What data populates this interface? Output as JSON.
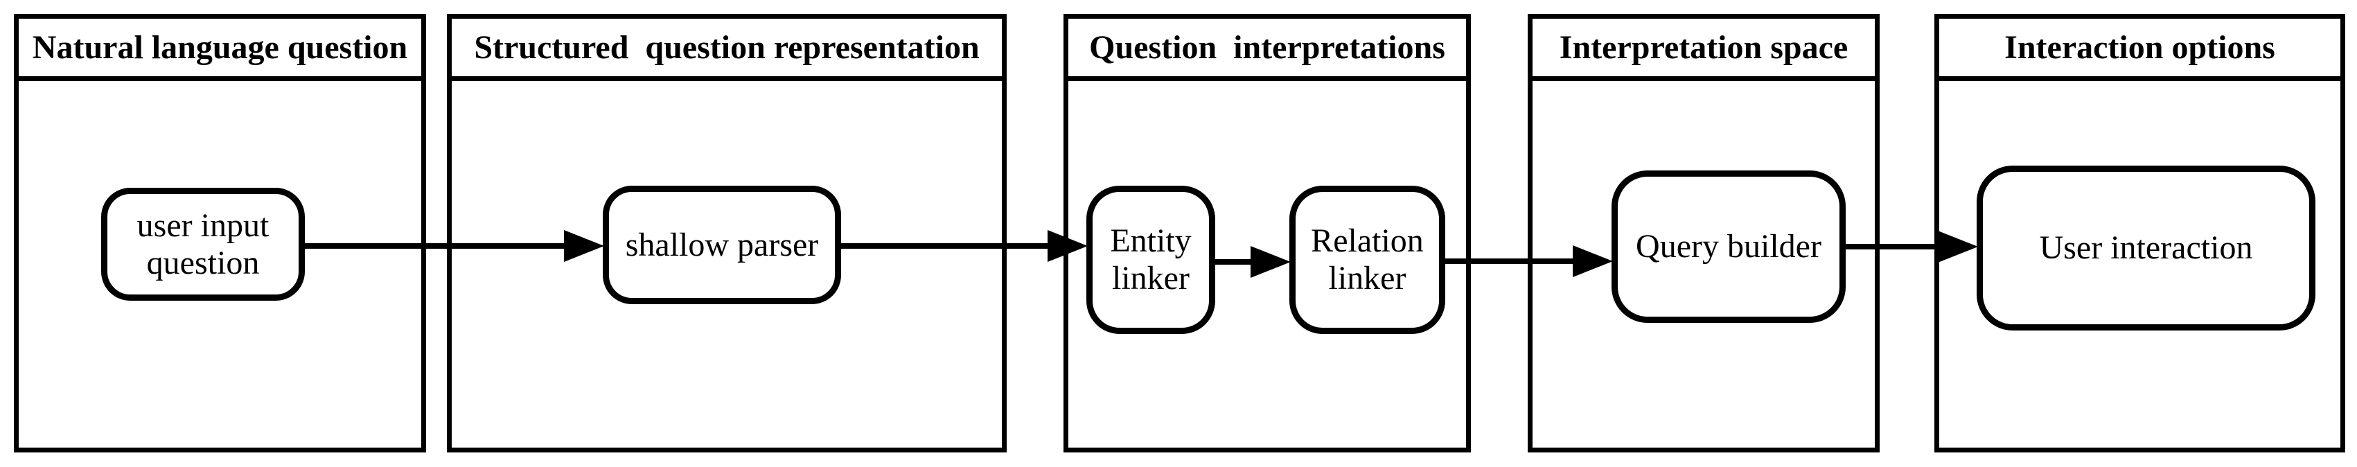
{
  "diagram": {
    "panels": [
      {
        "title": "Natural language question",
        "nodes": [
          {
            "label": "user input\nquestion"
          }
        ]
      },
      {
        "title": "Structured  question representation",
        "nodes": [
          {
            "label": "shallow parser"
          }
        ]
      },
      {
        "title": "Question  interpretations",
        "nodes": [
          {
            "label": "Entity\nlinker"
          },
          {
            "label": "Relation\nlinker"
          }
        ]
      },
      {
        "title": "Interpretation space",
        "nodes": [
          {
            "label": "Query builder"
          }
        ]
      },
      {
        "title": "Interaction options",
        "nodes": [
          {
            "label": "User interaction"
          }
        ]
      }
    ],
    "connections": [
      {
        "from": "user input question",
        "to": "shallow parser"
      },
      {
        "from": "shallow parser",
        "to": "Entity linker"
      },
      {
        "from": "Entity linker",
        "to": "Relation linker"
      },
      {
        "from": "Relation linker",
        "to": "Query builder"
      },
      {
        "from": "Query builder",
        "to": "User interaction"
      }
    ],
    "colors": {
      "stroke": "#000000",
      "background": "#ffffff"
    }
  }
}
